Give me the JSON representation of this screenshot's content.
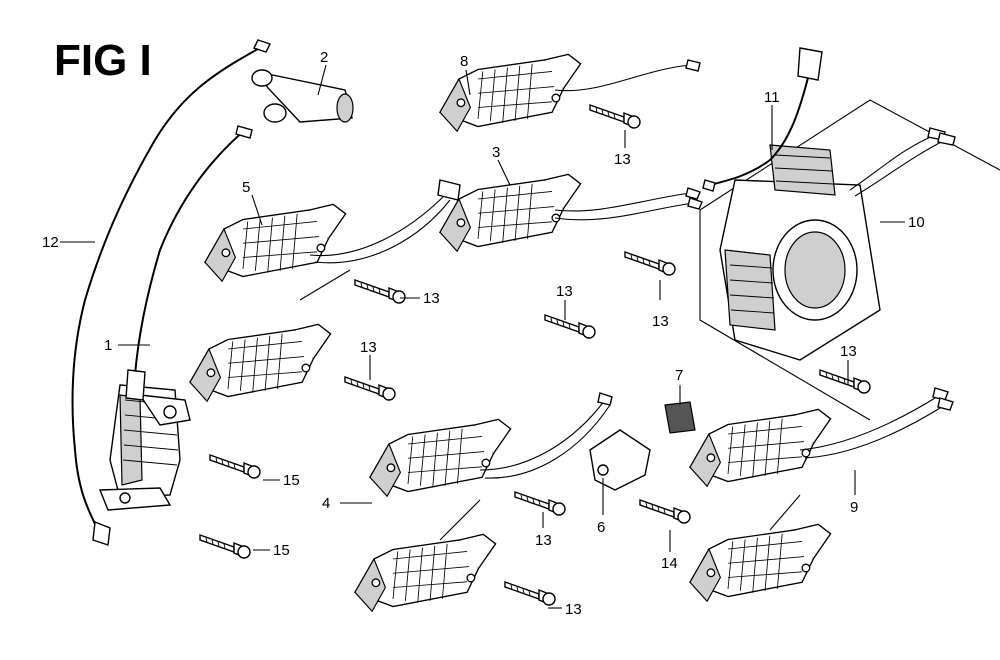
{
  "figure": {
    "title": "FIG I"
  },
  "callouts": [
    {
      "id": "c1",
      "text": "1"
    },
    {
      "id": "c2",
      "text": "2"
    },
    {
      "id": "c3",
      "text": "3"
    },
    {
      "id": "c4",
      "text": "4"
    },
    {
      "id": "c5",
      "text": "5"
    },
    {
      "id": "c6",
      "text": "6"
    },
    {
      "id": "c7",
      "text": "7"
    },
    {
      "id": "c8",
      "text": "8"
    },
    {
      "id": "c9",
      "text": "9"
    },
    {
      "id": "c10",
      "text": "10"
    },
    {
      "id": "c11",
      "text": "11"
    },
    {
      "id": "c12",
      "text": "12"
    },
    {
      "id": "c13a",
      "text": "13"
    },
    {
      "id": "c13b",
      "text": "13"
    },
    {
      "id": "c13c",
      "text": "13"
    },
    {
      "id": "c13d",
      "text": "13"
    },
    {
      "id": "c13e",
      "text": "13"
    },
    {
      "id": "c13f",
      "text": "13"
    },
    {
      "id": "c13g",
      "text": "13"
    },
    {
      "id": "c13h",
      "text": "13"
    },
    {
      "id": "c14",
      "text": "14"
    },
    {
      "id": "c15a",
      "text": "15"
    },
    {
      "id": "c15b",
      "text": "15"
    }
  ]
}
